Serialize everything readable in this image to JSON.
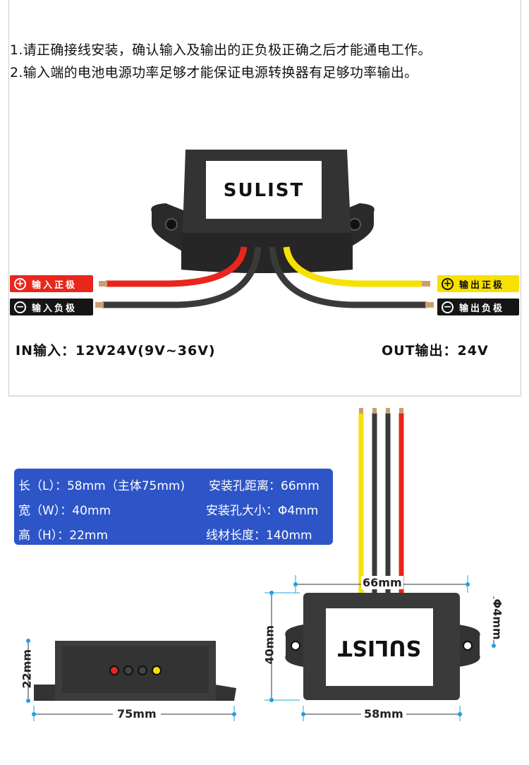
{
  "notes": {
    "line1": "1.请正确接线安装，确认输入及输出的正负极正确之后才能通电工作。",
    "line2": "2.输入端的电池电源功率足够才能保证电源转换器有足够功率输出。"
  },
  "brand": "SULIST",
  "brand_mirror": "SULIST",
  "labels": {
    "input_positive": "输入正极",
    "input_negative": "输入负极",
    "output_positive": "输出正极",
    "output_negative": "输出负极",
    "plus_symbol": "+",
    "minus_symbol": "−"
  },
  "io_spec": {
    "input": "IN输入：12V24V(9V~36V)",
    "output": "OUT输出：24V"
  },
  "specs": {
    "length": "长（L）：58mm（主体75mm)",
    "width": "宽（W）：40mm",
    "height": "高（H）：22mm",
    "hole_distance": "安装孔距离：66mm",
    "hole_size": "安装孔大小：Φ4mm",
    "wire_length": "线材长度：140mm"
  },
  "dimensions": {
    "height_side": "22mm",
    "length_side": "75mm",
    "height_top": "40mm",
    "hole_spacing": "66mm",
    "hole_diameter": "Φ4mm",
    "body_length": "58mm"
  },
  "colors": {
    "red": "#e8261b",
    "yellow": "#f7e100",
    "black": "#151515",
    "blue_box": "#2d55c8",
    "dim_marker": "#1ea0e6"
  }
}
